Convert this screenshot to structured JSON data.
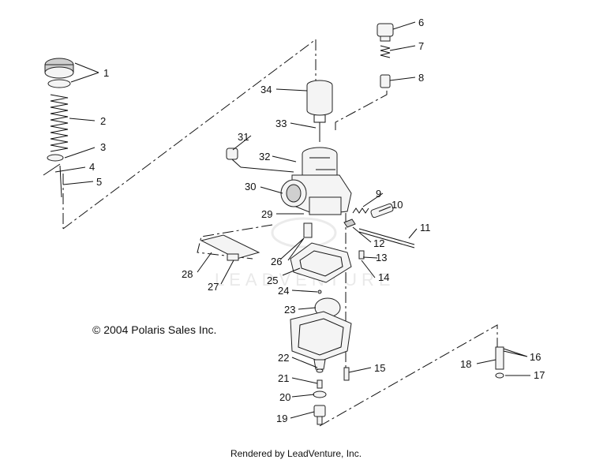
{
  "copyright": "© 2004 Polaris Sales Inc.",
  "footer": "Rendered by LeadVenture, Inc.",
  "watermark": "LEADVENTURE",
  "callouts": [
    "1",
    "2",
    "3",
    "4",
    "5",
    "6",
    "7",
    "8",
    "9",
    "10",
    "11",
    "12",
    "13",
    "14",
    "15",
    "16",
    "17",
    "18",
    "19",
    "20",
    "21",
    "22",
    "23",
    "24",
    "25",
    "26",
    "27",
    "28",
    "29",
    "30",
    "31",
    "32",
    "33",
    "34"
  ]
}
